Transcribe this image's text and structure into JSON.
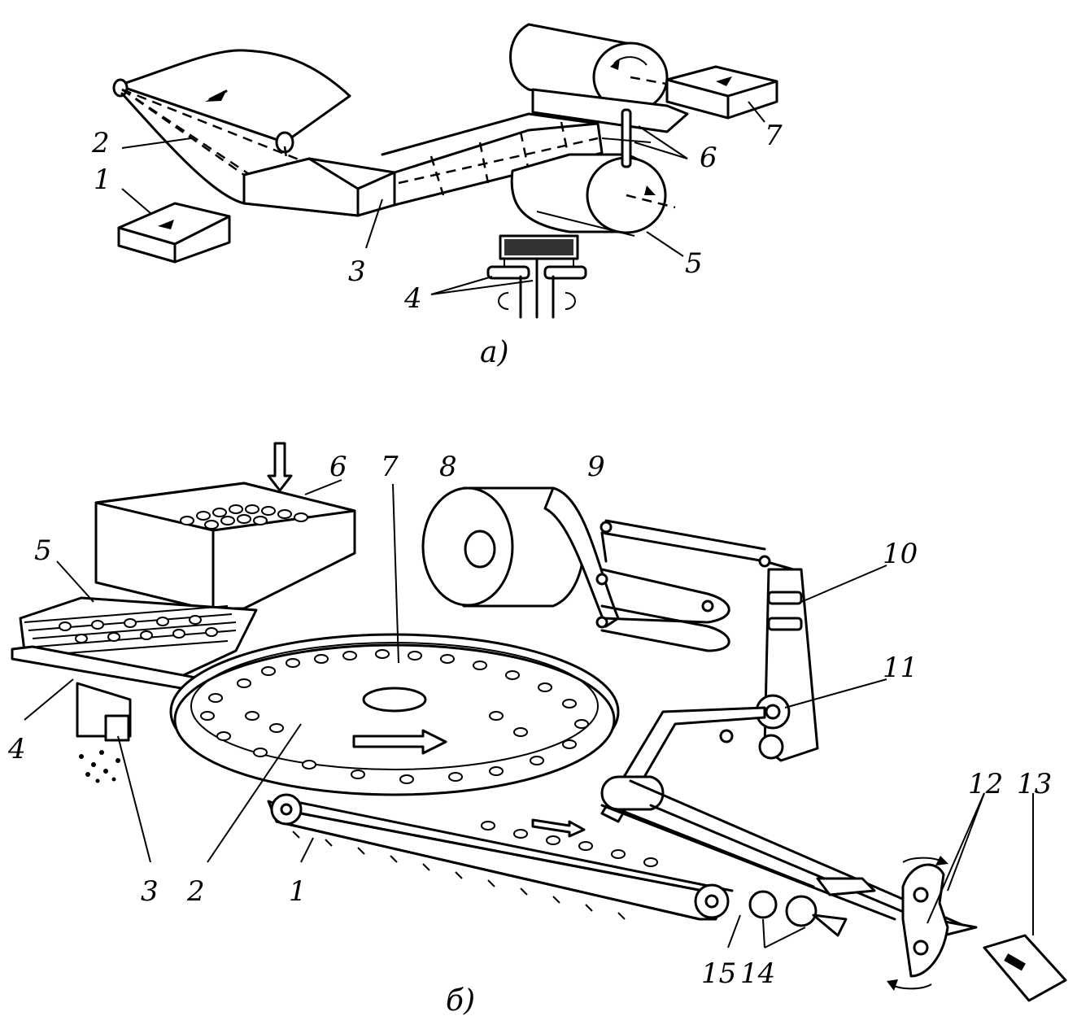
{
  "figure_a": {
    "caption": "а)",
    "labels": {
      "l1": "1",
      "l2": "2",
      "l3": "3",
      "l4": "4",
      "l5": "5",
      "l6": "6",
      "l7": "7"
    }
  },
  "figure_b": {
    "caption": "б)",
    "labels": {
      "l1": "1",
      "l2": "2",
      "l3": "3",
      "l4": "4",
      "l5": "5",
      "l6": "6",
      "l7": "7",
      "l8": "8",
      "l9": "9",
      "l10": "10",
      "l11": "11",
      "l12": "12",
      "l13": "13",
      "l14": "14",
      "l15": "15"
    }
  }
}
